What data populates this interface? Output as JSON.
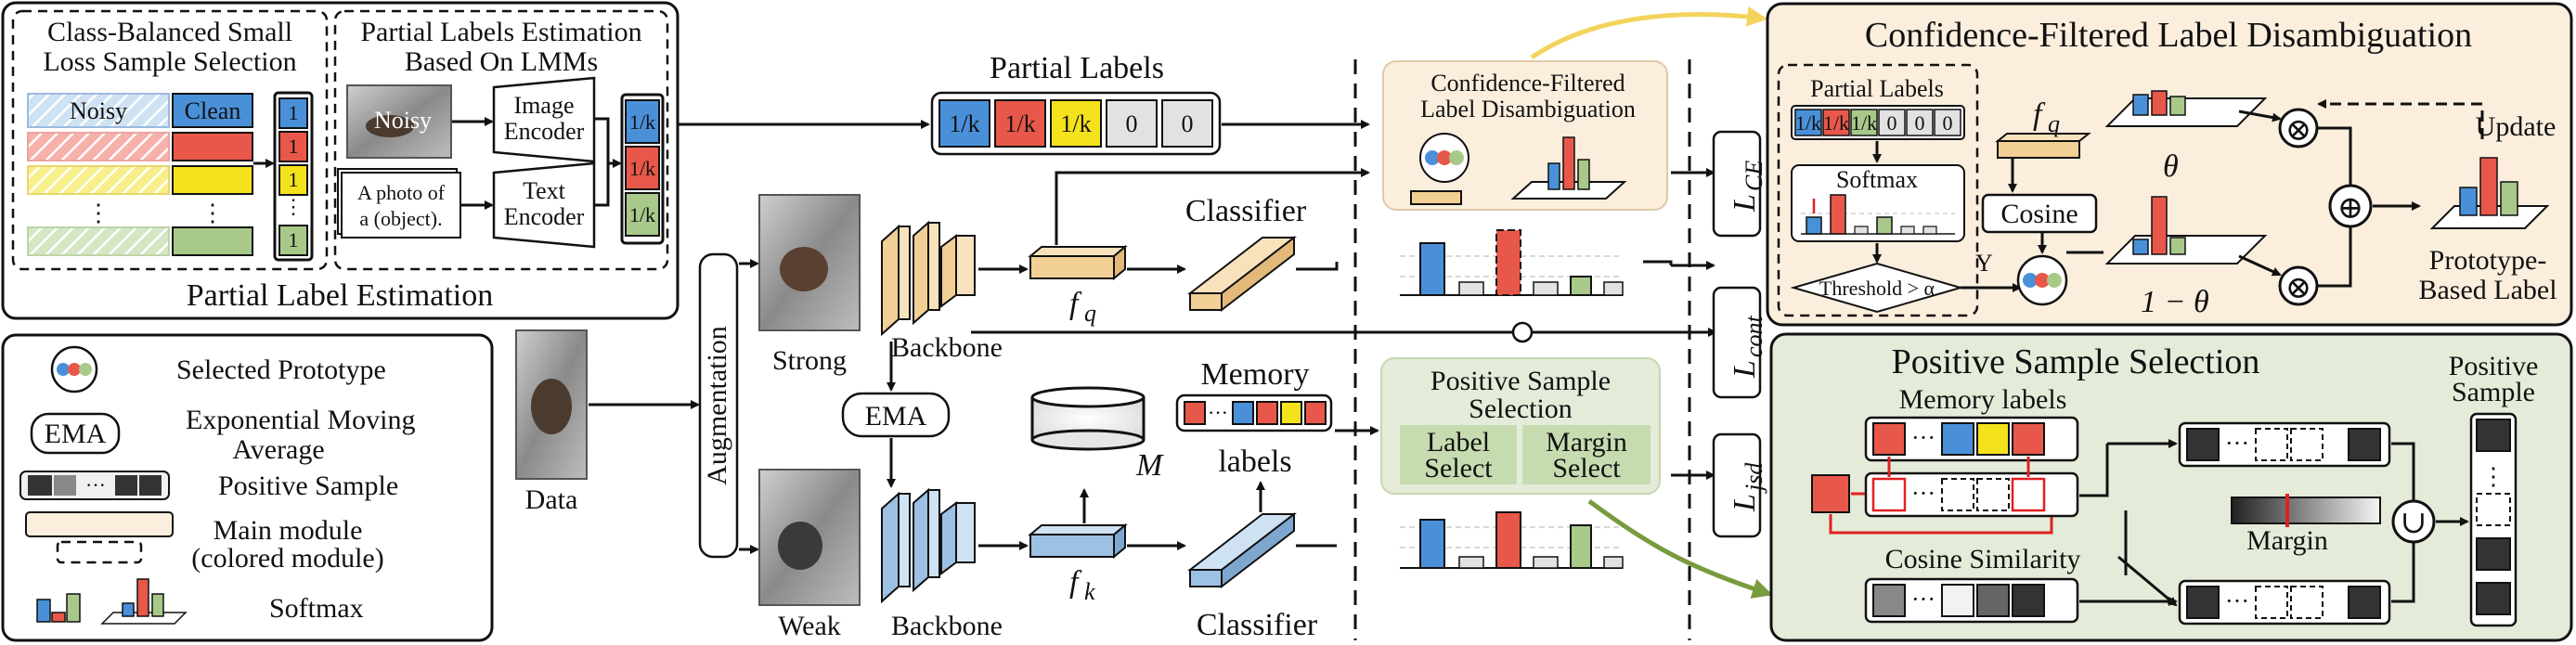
{
  "colors": {
    "blue": "#4a90d9",
    "red": "#e8584a",
    "yellow": "#f4e21c",
    "green": "#a8c98a",
    "gray": "#e2e2e2",
    "orange_panel": "#fbeedd",
    "green_panel": "#e4ecd9",
    "backbone_orange": "#f1cf95",
    "backbone_blue": "#9cc1e4",
    "arrow_yellow": "#f3d35c",
    "arrow_green": "#7a9a3e"
  },
  "ple": {
    "title": "Partial Label Estimation",
    "cbs_title": [
      "Class-Balanced Small",
      "Loss Sample Selection"
    ],
    "noisy": "Noisy",
    "clean": "Clean",
    "indicators": [
      "1",
      "1",
      "1",
      "1"
    ],
    "ellipsis": "⋮",
    "lmm_title": [
      "Partial Labels Estimation",
      "Based On LMMs"
    ],
    "img_noisy": "Noisy",
    "image_encoder": [
      "Image",
      "Encoder"
    ],
    "text_encoder": [
      "Text",
      "Encoder"
    ],
    "prompt": [
      "A photo of",
      "a (object)."
    ],
    "ks": [
      "1/k",
      "1/k",
      "1/k"
    ]
  },
  "legend": {
    "prototype": "Selected Prototype",
    "ema_glyph": "EMA",
    "ema": [
      "Exponential Moving",
      "Average"
    ],
    "positive_glyph": "···",
    "positive": "Positive Sample",
    "main": [
      "Main module",
      "(colored module)"
    ],
    "softmax": "Softmax"
  },
  "pipeline": {
    "data": "Data",
    "augmentation": "Augmentation",
    "strong": "Strong",
    "weak": "Weak",
    "backbone": "Backbone",
    "ema": "EMA",
    "fq_main": "f",
    "fq_sub": "q",
    "fk_main": "f",
    "fk_sub": "k",
    "classifier": "Classifier",
    "memory": "Memory",
    "labels": "labels",
    "M": "M",
    "partial_labels": "Partial Labels",
    "pl_values": [
      "1/k",
      "1/k",
      "1/k",
      "0",
      "0"
    ]
  },
  "mid": {
    "cfld": [
      "Confidence-Filtered",
      "Label Disambiguation"
    ],
    "pss": [
      "Positive Sample",
      "Selection"
    ],
    "label_select": [
      "Label",
      "Select"
    ],
    "margin_select": [
      "Margin",
      "Select"
    ]
  },
  "losses": {
    "ce_main": "L",
    "ce_sub": "CE",
    "cont_main": "L",
    "cont_sub": "cont",
    "jsd_main": "L",
    "jsd_sub": "jsd"
  },
  "cfld_panel": {
    "title": "Confidence-Filtered Label Disambiguation",
    "partial_labels": "Partial Labels",
    "pl_values": [
      "1/k",
      "1/k",
      "1/k",
      "0",
      "0",
      "0"
    ],
    "softmax": "Softmax",
    "threshold": "Threshold > α",
    "yes": "Y",
    "cosine": "Cosine",
    "fq_main": "f",
    "fq_sub": "q",
    "theta": "θ",
    "one_minus_theta": "1 − θ",
    "update": "Update",
    "prototype": [
      "Prototype-",
      "Based Label"
    ],
    "times": "⊗",
    "plus": "⊕"
  },
  "pss_panel": {
    "title": "Positive Sample Selection",
    "memory_labels": "Memory labels",
    "cosine_similarity": "Cosine Similarity",
    "margin": "Margin",
    "positive": [
      "Positive",
      "Sample"
    ],
    "dots": "···",
    "union": "∪",
    "vdots": "⋮"
  }
}
